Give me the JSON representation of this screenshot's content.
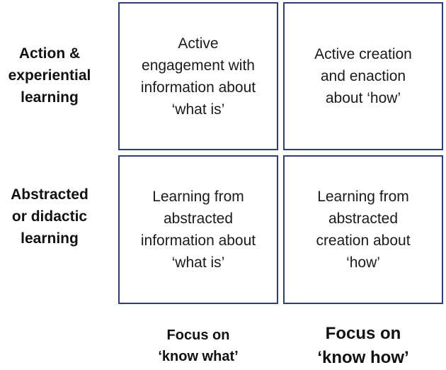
{
  "row_labels": {
    "top": "Action &\nexperiential\nlearning",
    "bottom": "Abstracted\nor didactic\nlearning"
  },
  "cells": {
    "top_left": "Active\nengagement with\ninformation about\n‘what is’",
    "top_right": "Active creation\nand enaction\nabout ‘how’",
    "bottom_left": "Learning from\nabstracted\ninformation about\n‘what is’",
    "bottom_right": "Learning from\nabstracted\ncreation about\n‘how’"
  },
  "column_labels": {
    "left": "Focus on\n‘know what’",
    "right": "Focus on\n‘know how’"
  },
  "colors": {
    "cell_border": "#2f3f73"
  }
}
